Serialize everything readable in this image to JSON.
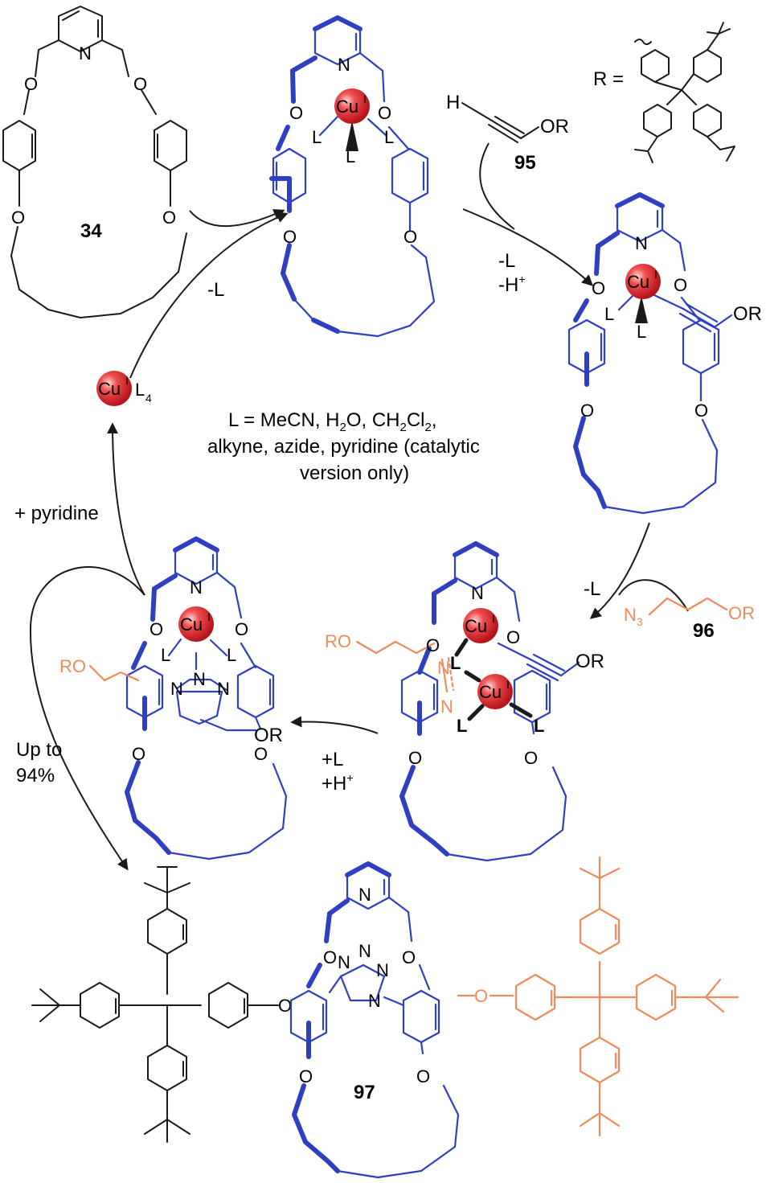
{
  "compounds": {
    "c34": "34",
    "c95": "95",
    "c96": "96",
    "c97": "97"
  },
  "r_group_label": "R =",
  "copper": {
    "symbol": "Cu",
    "ox": "I",
    "ligand_L": "L",
    "l4_sub": "4"
  },
  "atoms": {
    "N": "N",
    "O": "O",
    "H": "H",
    "OR": "OR",
    "RO": "RO",
    "N3": "N",
    "N3_sub": "3",
    "plus": "+"
  },
  "conditions": {
    "minus_L": "-L",
    "minus_H": "-H",
    "plus_L": "+L",
    "plus_H": "+H",
    "plus_pyridine": "+ pyridine",
    "yield_line1": "Up to",
    "yield_line2": "94%"
  },
  "legend": {
    "line1_a": "L = MeCN, H",
    "line1_b": "O, CH",
    "line1_c": "Cl",
    "line1_d": ",",
    "sub2": "2",
    "line2": "alkyne, azide, pyridine (catalytic",
    "line3": "version only)"
  },
  "colors": {
    "blue": "#2f3fc2",
    "orange": "#f08a5d",
    "black": "#1a1a1a",
    "copper_ball": "#e0202a"
  }
}
